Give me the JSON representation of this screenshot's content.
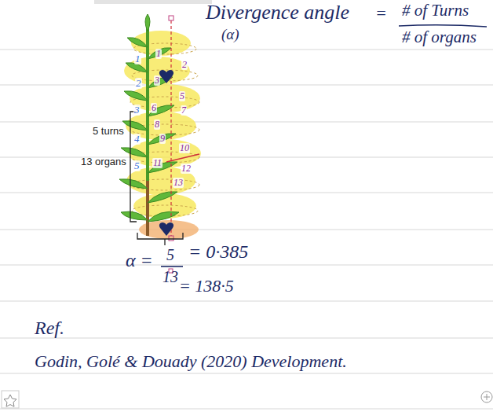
{
  "diagram": {
    "labels": [
      "Divergence angle",
      "=",
      "# of Turns",
      "# of organs",
      "(α)",
      "1",
      "2",
      "3",
      "4",
      "5",
      "1",
      "2",
      "3",
      "5",
      "6",
      "7",
      "8",
      "9",
      "10",
      "11",
      "12",
      "13",
      "5 turns",
      "13 organs",
      "α =",
      "5",
      "13",
      "= 0·385",
      "= 138·5",
      "Ref.",
      "Godin, Golé & Douady (2020) Development."
    ]
  }
}
